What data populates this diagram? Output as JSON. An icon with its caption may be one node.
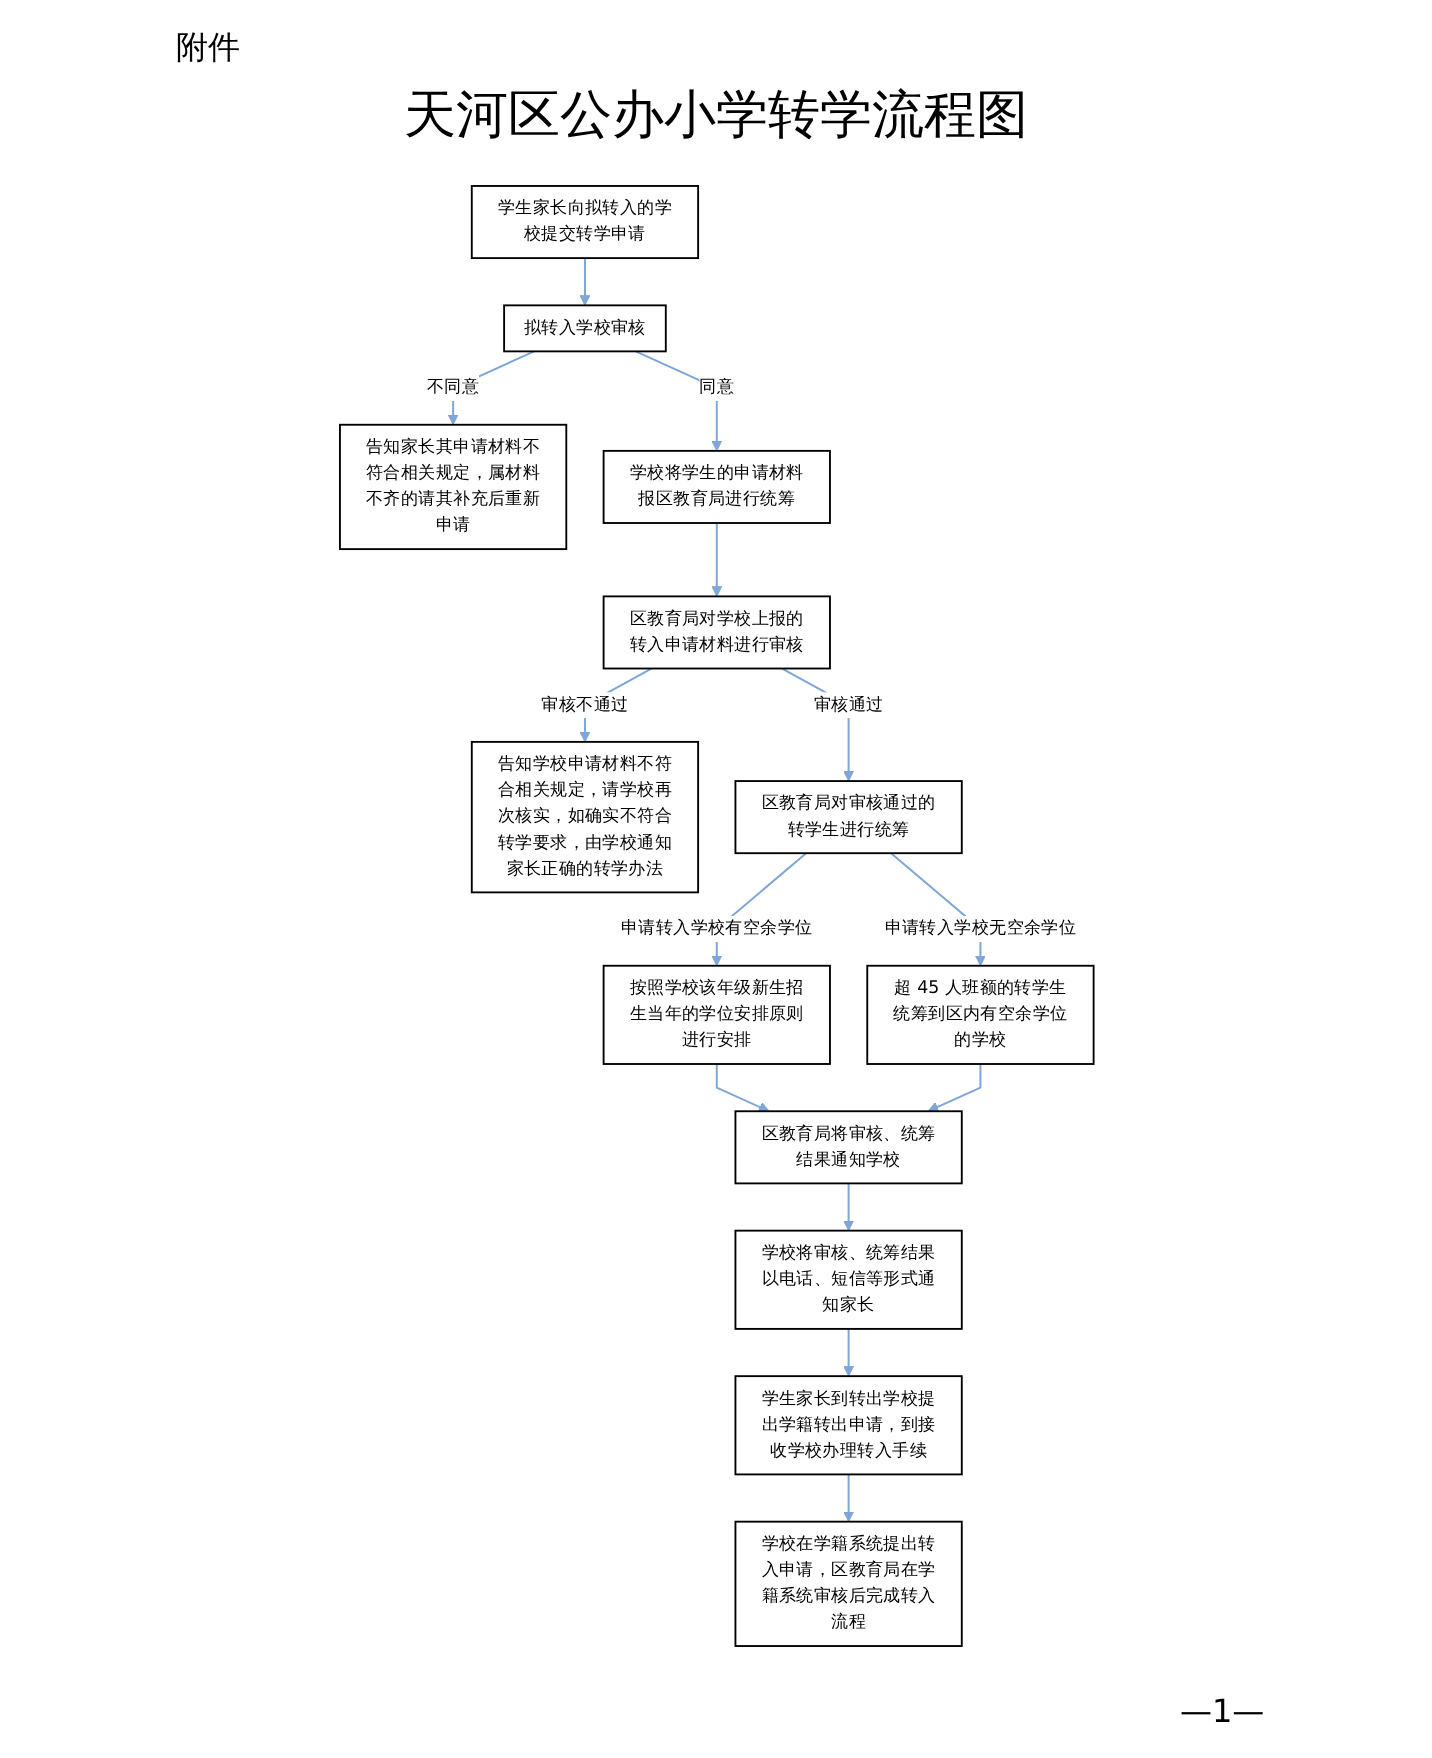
{
  "diagram": {
    "title": "天河区公办小学转学流程图",
    "nodes": [
      {
        "text": [
          "学生家长向拟转入的学校提交转学申请"
        ]
      },
      {
        "text": [
          "拟转入学校审核"
        ]
      },
      {
        "text": [
          "告知家长其申请材料不符合相关规定，属材料不齐的请其补充后重新申请"
        ]
      },
      {
        "text": [
          "学校将学生的申请材料报区教育局进行统筹"
        ]
      },
      {
        "text": [
          "区教育局对学校上报的转入申请材料进行审核"
        ]
      },
      {
        "text": [
          "告知学校申请材料不符合相关规定，请学校再次核实，如确实不符合转学要求，由学校通知家长正确的转学办法"
        ]
      },
      {
        "text": [
          "按照学校该年级新生招生当年的学位安排原则进行安排"
        ]
      },
      {
        "text": [
          "区教育局对审核通过的转学生进行统筹"
        ]
      },
      {
        "text": [
          "超 45 人班额的转学生统筹到区内有空余学位的学校"
        ]
      },
      {
        "text": [
          "区教育局将审核、统筹结果通知学校"
        ]
      },
      {
        "text": [
          "学校将审核、统筹结果以电话、短信等形式通知家长"
        ]
      },
      {
        "text": [
          "学生家长到转出学校提出学籍转出申请，到接收学校办理转入手续"
        ]
      },
      {
        "text": [
          "学校在学籍系统提出转入申请，区教育局在学籍系统审核后完成转入流程"
        ]
      }
    ],
    "edges": [
      {
        "from": 0,
        "to": 1,
        "arrow": "to"
      },
      {
        "from": 1,
        "to": 2,
        "arrow": "to",
        "label": "不同意"
      },
      {
        "from": 1,
        "to": 3,
        "arrow": "to",
        "label": "同意"
      },
      {
        "from": 3,
        "to": 4,
        "arrow": "to"
      },
      {
        "from": 4,
        "to": 5,
        "arrow": "to",
        "label": "审核不通过"
      },
      {
        "from": 4,
        "to": 7,
        "arrow": "to",
        "label": "审核通过"
      },
      {
        "from": 7,
        "to": 6,
        "arrow": "to",
        "label": "申请转入学校有空余学位"
      },
      {
        "from": 7,
        "to": 8,
        "arrow": "to",
        "label": "申请转入学校无空余学位"
      },
      {
        "from": 6,
        "to": 9,
        "arrow": "to"
      },
      {
        "from": 8,
        "to": 9,
        "arrow": "to"
      },
      {
        "from": 9,
        "to": 10,
        "arrow": "to"
      },
      {
        "from": 10,
        "to": 11,
        "arrow": "to"
      },
      {
        "from": 11,
        "to": 12,
        "arrow": "to"
      }
    ],
    "labels": [
      "附件",
      "—1—"
    ]
  }
}
